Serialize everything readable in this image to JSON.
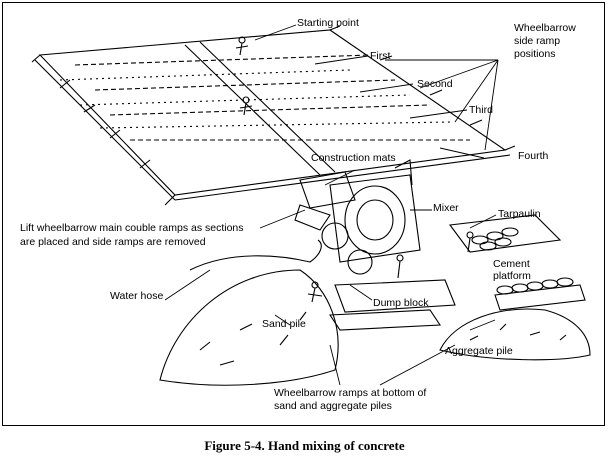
{
  "figure": {
    "caption": "Figure 5-4. Hand mixing of concrete"
  },
  "labels": {
    "starting_point": "Starting point",
    "wheelbarrow_side_ramp_line1": "Wheelbarrow",
    "wheelbarrow_side_ramp_line2": "side ramp",
    "wheelbarrow_side_ramp_line3": "positions",
    "first": "First",
    "second": "Second",
    "third": "Third",
    "fourth": "Fourth",
    "construction_mats": "Construction mats",
    "mixer": "Mixer",
    "tarpaulin": "Tarpaulin",
    "cement_platform_line1": "Cement",
    "cement_platform_line2": "platform",
    "lift_ramps_line1": "Lift wheelbarrow main couble ramps as sections",
    "lift_ramps_line2": "are placed and side ramps are removed",
    "water_hose": "Water hose",
    "dump_block": "Dump block",
    "sand_pile": "Sand pile",
    "aggregate_pile": "Aggregate pile",
    "bottom_ramps_line1": "Wheelbarrow ramps at bottom of",
    "bottom_ramps_line2": "sand and aggregate piles"
  }
}
